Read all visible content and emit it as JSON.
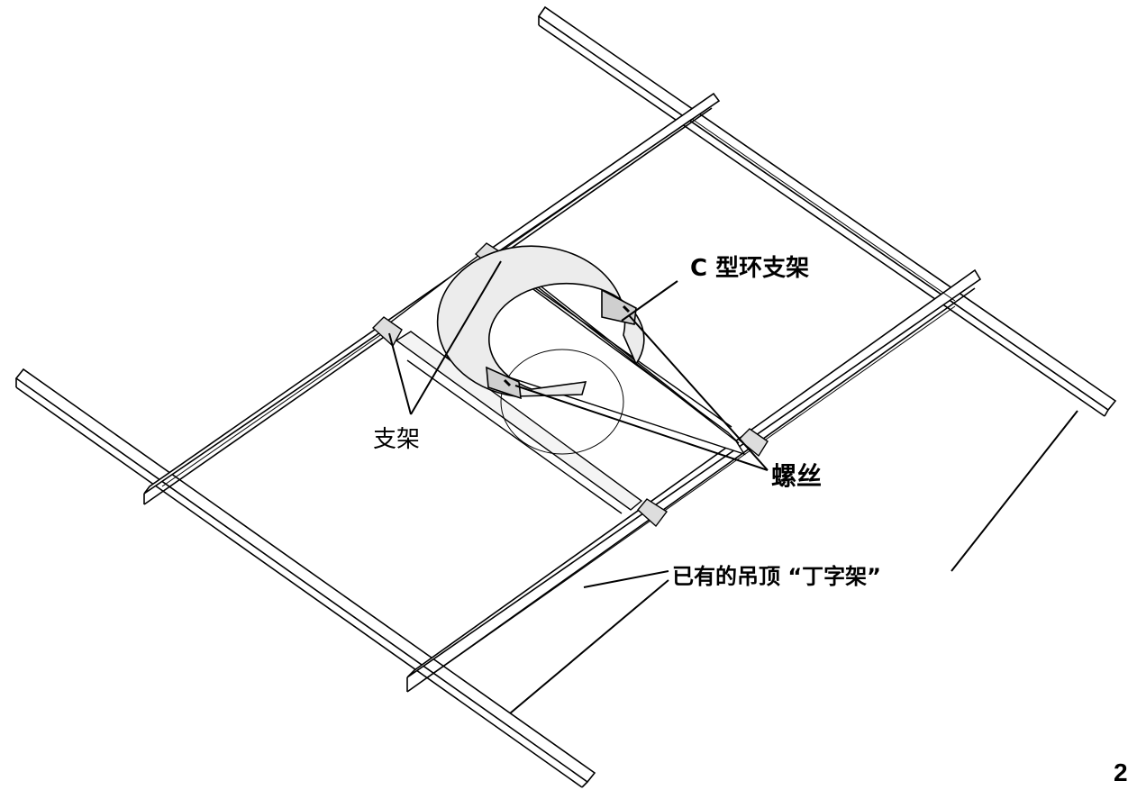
{
  "labels": {
    "c_ring_bracket": "C 型环支架",
    "bracket": "支架",
    "screws": "螺丝",
    "existing_tbar": "已有的吊顶 “丁字架”"
  },
  "page_number": "2",
  "colors": {
    "line": "#000000",
    "ring_fill": "#ececec",
    "tab_fill": "#cfcfcf",
    "background": "#ffffff"
  }
}
